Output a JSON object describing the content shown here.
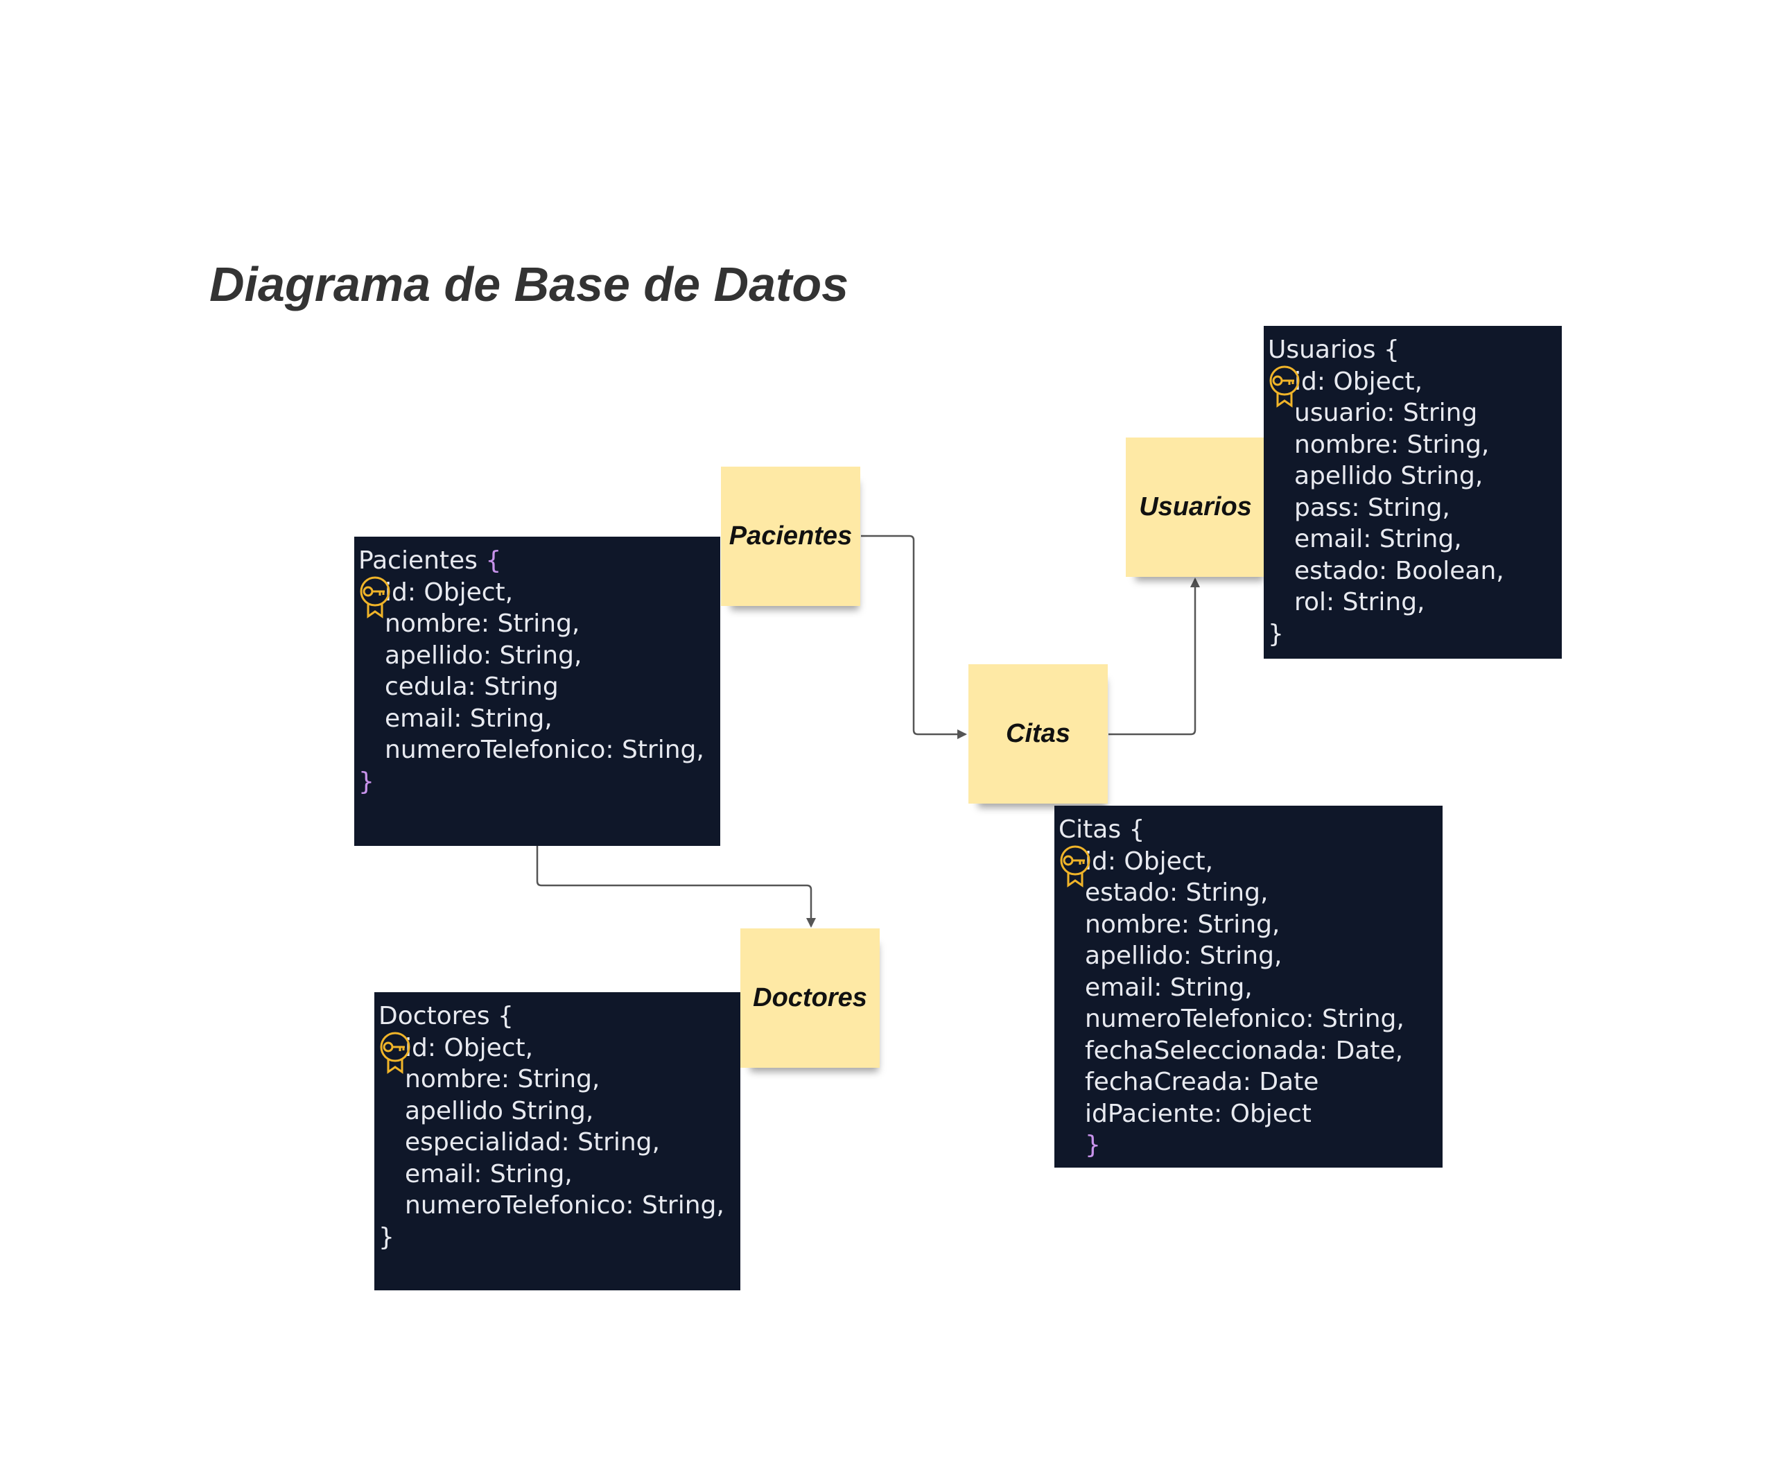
{
  "title": "Diagrama de Base de Datos",
  "colors": {
    "sticky": "#fee9a5",
    "code_bg": "#0f1729",
    "code_text": "#e8eaf0",
    "purple_brace": "#c792ea",
    "key_icon": "#f0b429",
    "connector": "#555555"
  },
  "stickies": {
    "pacientes": "Pacientes",
    "usuarios": "Usuarios",
    "citas": "Citas",
    "doctores": "Doctores"
  },
  "schemas": {
    "pacientes": {
      "name": "Pacientes",
      "open": "{",
      "fields": [
        "id: Object,",
        "nombre: String,",
        "apellido: String,",
        "cedula: String",
        "email: String,",
        "numeroTelefonico: String,"
      ],
      "close": "}"
    },
    "usuarios": {
      "name": "Usuarios",
      "open": "{",
      "fields": [
        "id: Object,",
        "usuario: String",
        "nombre: String,",
        "apellido String,",
        "pass: String,",
        "email: String,",
        "estado: Boolean,",
        "rol: String,"
      ],
      "close": "}"
    },
    "citas": {
      "name": "Citas",
      "open": "{",
      "fields": [
        "id: Object,",
        "estado: String,",
        "nombre: String,",
        "apellido: String,",
        "email: String,",
        "numeroTelefonico: String,",
        "fechaSeleccionada: Date,",
        "fechaCreada: Date",
        "idPaciente: Object"
      ],
      "close": "}"
    },
    "doctores": {
      "name": "Doctores",
      "open": "{",
      "fields": [
        "id: Object,",
        "nombre: String,",
        "apellido String,",
        "especialidad: String,",
        "email: String,",
        "numeroTelefonico: String,"
      ],
      "close": "}"
    }
  },
  "connectors": [
    {
      "from": "pacientes",
      "to": "citas"
    },
    {
      "from": "citas",
      "to": "usuarios"
    },
    {
      "from": "pacientes",
      "to": "doctores"
    }
  ],
  "icons": {
    "primary_key": "key-badge-icon"
  }
}
